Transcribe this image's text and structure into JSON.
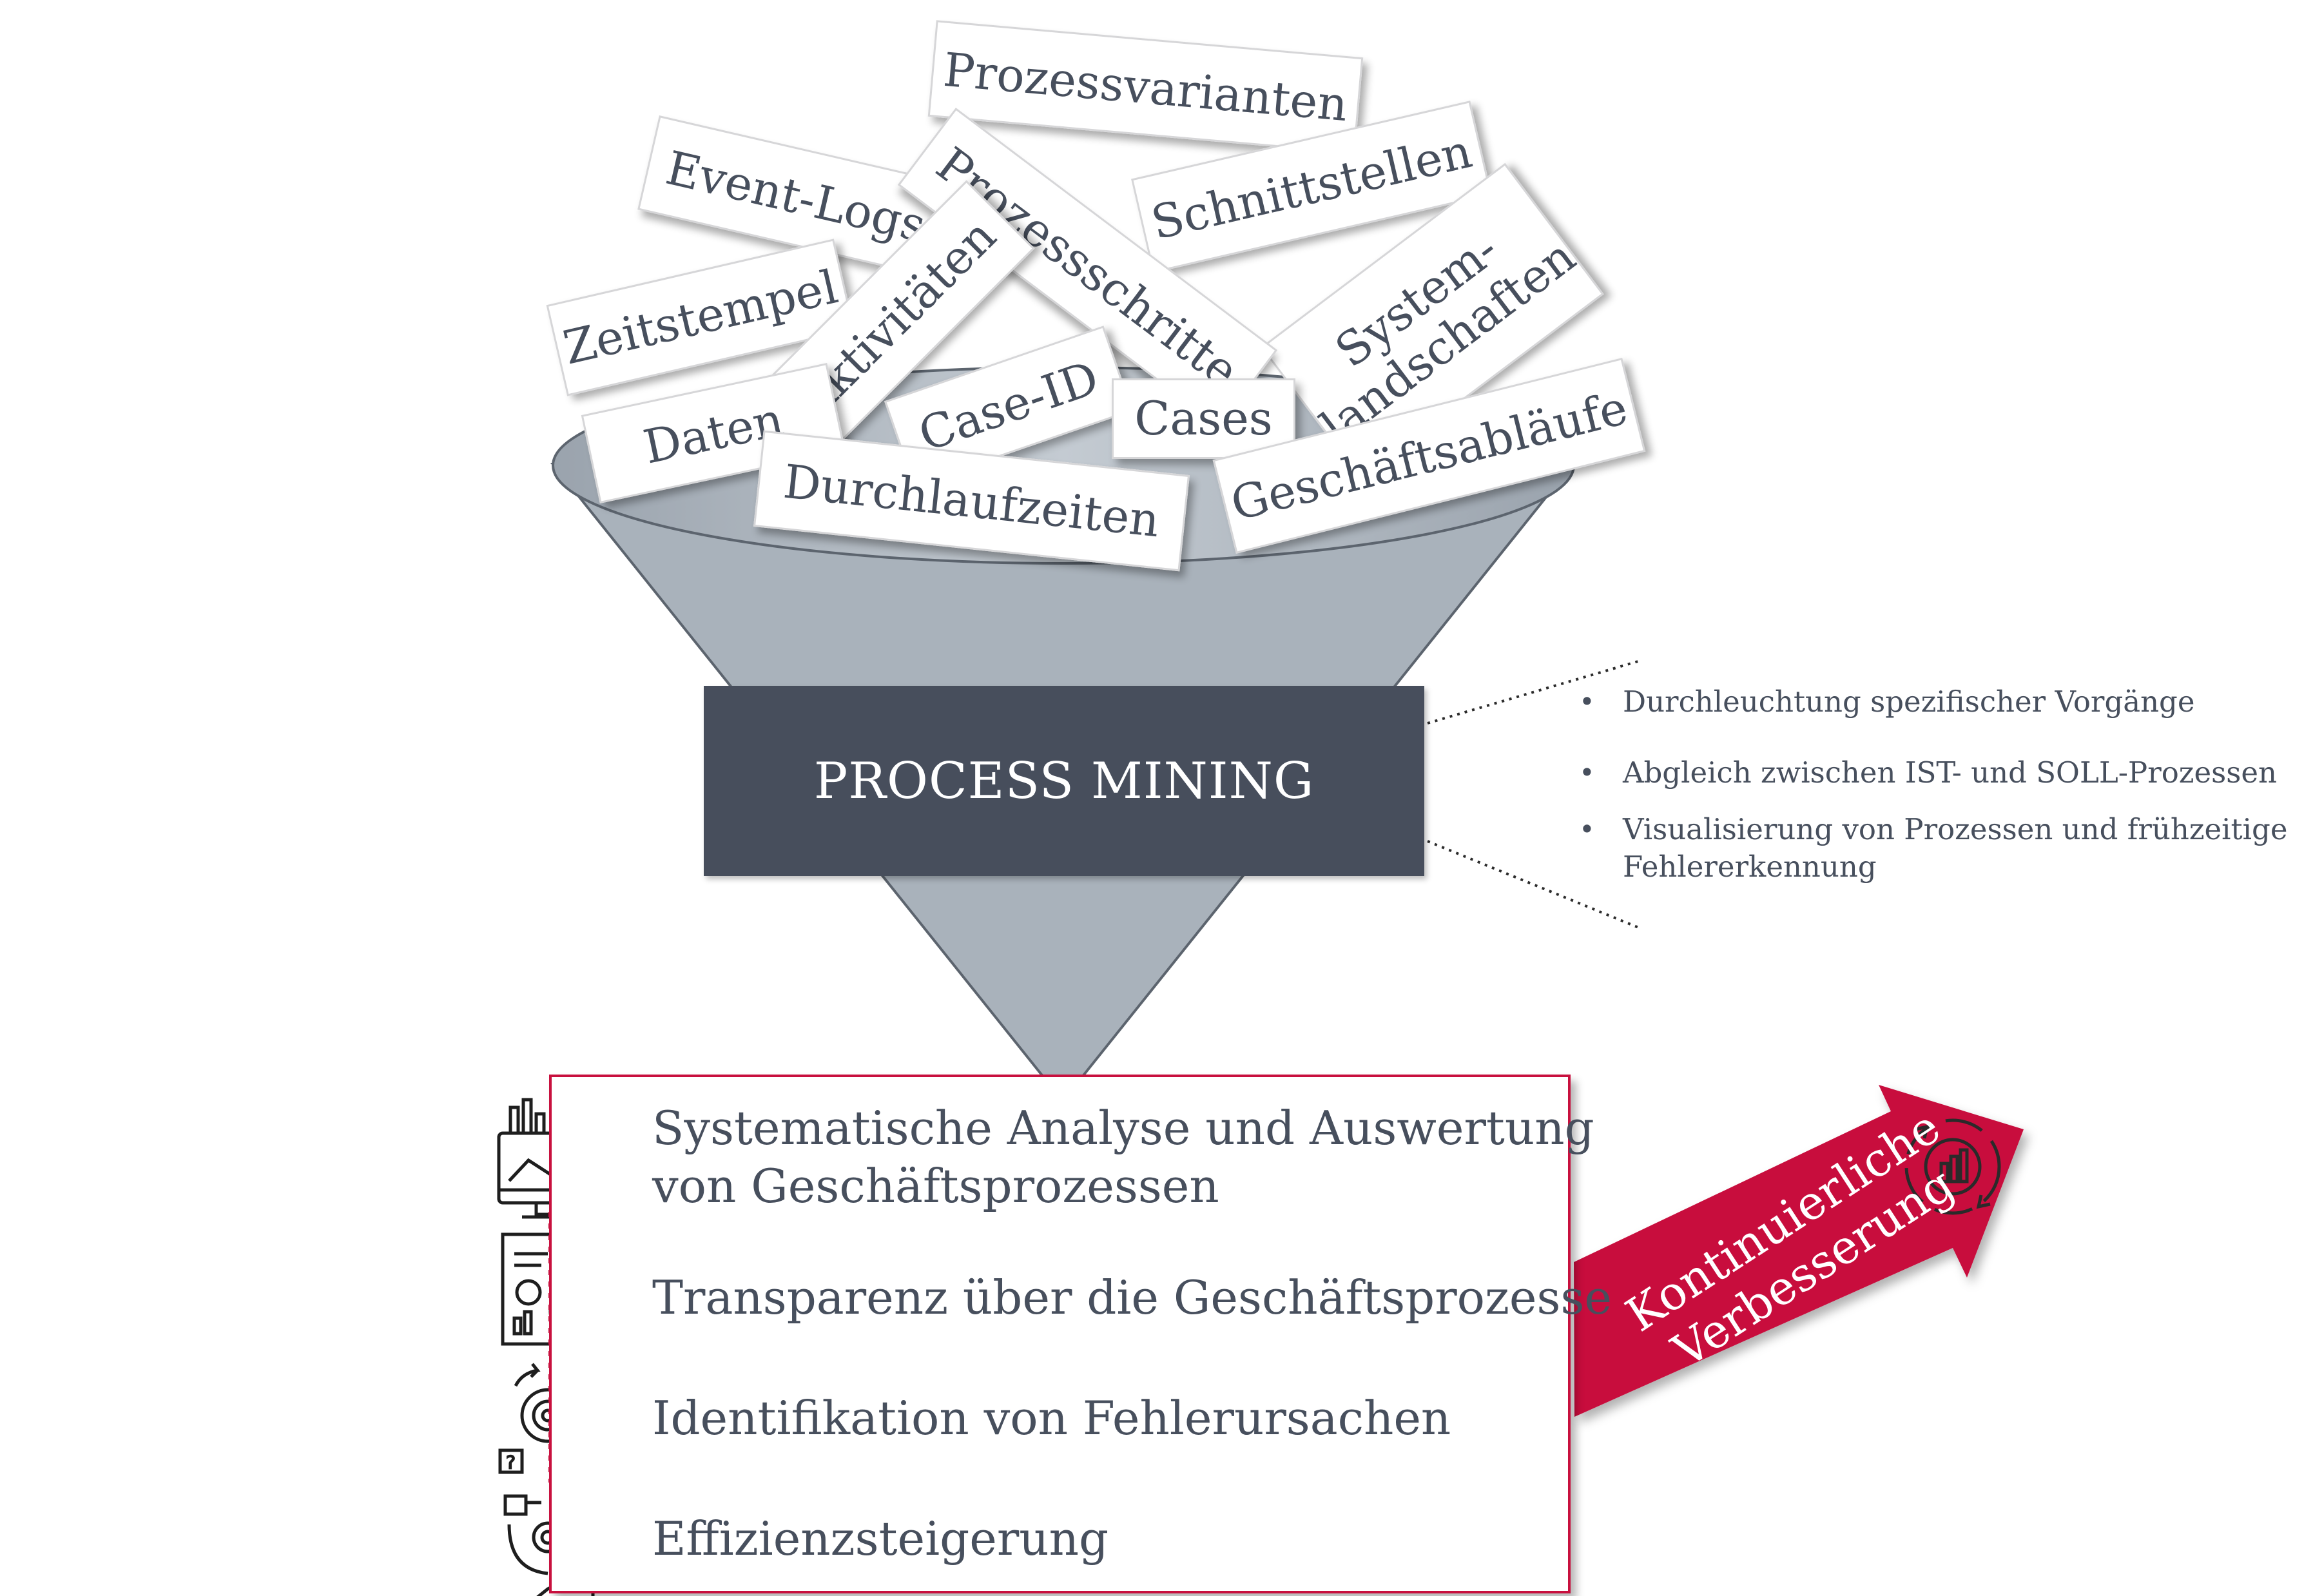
{
  "funnel": {
    "inputs": [
      "Prozessvarianten",
      "Event-Logs",
      "Prozessschritte",
      "Schnittstellen",
      "Zeitstempel",
      "Aktivitäten",
      "System-",
      "landschaften",
      "Daten",
      "Case-ID",
      "Cases",
      "Geschäftsabläufe",
      "Durchlaufzeiten"
    ],
    "center_label": "PROCESS MINING",
    "benefits": [
      "Durchleuchtung spezifischer Vorgänge",
      "Abgleich zwischen IST- und SOLL-Prozessen",
      "Visualisierung von Prozessen und frühzeitige Fehlererkennung"
    ]
  },
  "results": [
    {
      "icon": "analytics-monitor-icon",
      "lines": [
        "Systematische Analyse und Auswertung",
        "von Geschäftsprozessen"
      ]
    },
    {
      "icon": "report-magnifier-icon",
      "lines": [
        "Transparenz über die Geschäftsprozesse"
      ]
    },
    {
      "icon": "gear-cycle-question-icon",
      "lines": [
        "Identifikation von Fehlerursachen"
      ]
    },
    {
      "icon": "efficiency-cycle-icon",
      "lines": [
        "Effizienzsteigerung"
      ]
    }
  ],
  "improvement_arrow": {
    "lines": [
      "Kontinuierliche",
      "Verbesserung"
    ],
    "icon": "gear-chart-cycle-icon"
  },
  "colors": {
    "funnel_fill": "#a9b2bb",
    "funnel_top": "#bcc4cb",
    "dark_box": "#474e5c",
    "accent": "#c8103e",
    "text": "#474f5d"
  }
}
